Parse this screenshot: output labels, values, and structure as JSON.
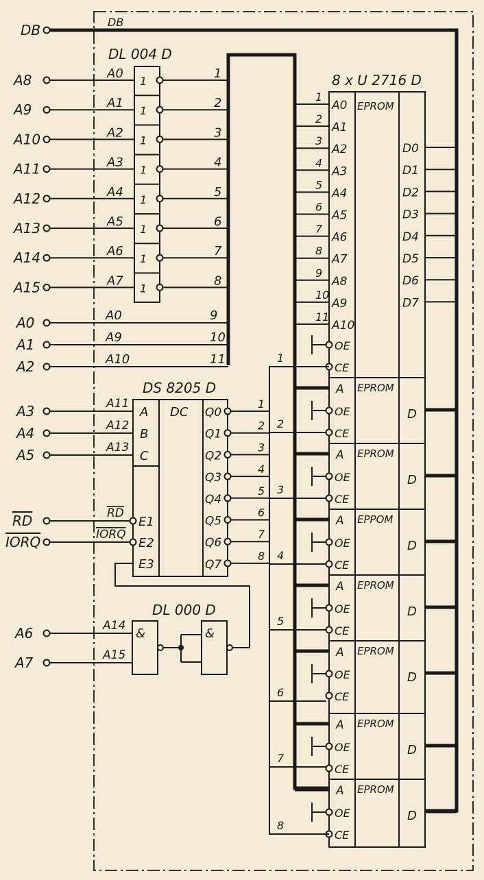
{
  "bus_label": "DB",
  "chip_names": {
    "inverter": "DL 004 D",
    "decoder": "DS 8205 D",
    "nand": "DL 000 D",
    "eprom": "8 x U 2716 D"
  },
  "eprom": {
    "type_label": "EPROM",
    "type_label_misprint": "EPPOM",
    "address_label": "A",
    "oe_label": "OE",
    "ce_label": "CE",
    "data_label": "D",
    "addr_pins": [
      "A0",
      "A1",
      "A2",
      "A3",
      "A4",
      "A5",
      "A6",
      "A7",
      "A8",
      "A9",
      "A10"
    ],
    "data_pins": [
      "D0",
      "D1",
      "D2",
      "D3",
      "D4",
      "D5",
      "D6",
      "D7"
    ]
  },
  "inverter": {
    "symbol": "1",
    "inputs": [
      "A0",
      "A1",
      "A2",
      "A3",
      "A4",
      "A5",
      "A6",
      "A7"
    ],
    "bus_numbers": [
      "1",
      "2",
      "3",
      "4",
      "5",
      "6",
      "7",
      "8"
    ]
  },
  "left_signals": {
    "inverter_inputs": [
      "A8",
      "A9",
      "A10",
      "A11",
      "A12",
      "A13",
      "A14",
      "A15"
    ],
    "direct": [
      "A0",
      "A1",
      "A2"
    ],
    "direct_labels": [
      "A0",
      "A9",
      "A10"
    ],
    "direct_numbers": [
      "9",
      "10",
      "11"
    ],
    "decoder_inputs": [
      "A3",
      "A4",
      "A5"
    ],
    "control": [
      "RD",
      "IORQ"
    ],
    "nand_inputs": [
      "A6",
      "A7"
    ]
  },
  "decoder": {
    "func": "DC",
    "sel_inputs": [
      "A",
      "B",
      "C"
    ],
    "sel_labels": [
      "A11",
      "A12",
      "A13"
    ],
    "enables": [
      "E1",
      "E2",
      "E3"
    ],
    "enable_labels": [
      "RD",
      "IORQ"
    ],
    "outputs": [
      "Q0",
      "Q1",
      "Q2",
      "Q3",
      "Q4",
      "Q5",
      "Q6",
      "Q7"
    ],
    "out_numbers": [
      "1",
      "2",
      "3",
      "4",
      "5",
      "6",
      "7",
      "8"
    ]
  },
  "nand": {
    "symbol": "&",
    "input_labels": [
      "A14",
      "A15"
    ]
  },
  "eprom_addr_numbers": [
    "1",
    "2",
    "3",
    "4",
    "5",
    "6",
    "7",
    "8",
    "9",
    "10",
    "11"
  ],
  "ce_line_numbers": [
    "1",
    "2",
    "3",
    "4",
    "5",
    "6",
    "7",
    "8"
  ]
}
